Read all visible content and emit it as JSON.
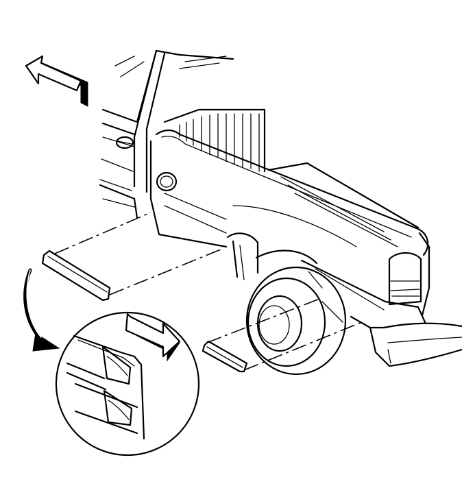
{
  "diagram": {
    "parts": [
      "front-direction-arrow",
      "pickup-truck-box",
      "rear-wheel",
      "rear-tail-lamp",
      "rear-bumper",
      "front-box-molding",
      "rear-box-molding",
      "detail-magnifier",
      "rotate-arrow",
      "slide-arrow"
    ]
  },
  "colors": {
    "line": "#000000",
    "background": "#ffffff"
  }
}
